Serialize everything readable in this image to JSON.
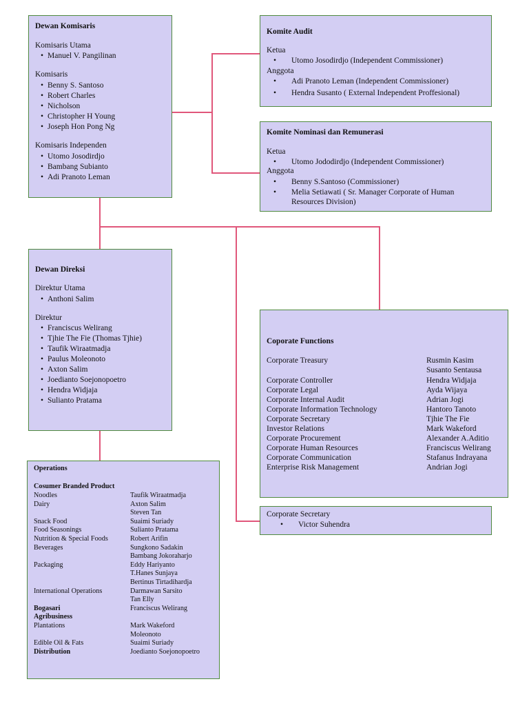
{
  "colors": {
    "box_fill": "#d3cef3",
    "box_border": "#4f8a3e",
    "connector": "#e0567a"
  },
  "dewan_komisaris": {
    "title": "Dewan Komisaris",
    "utama_label": "Komisaris Utama",
    "utama": [
      "Manuel V. Pangilinan"
    ],
    "komisaris_label": "Komisaris",
    "komisaris": [
      "Benny S. Santoso",
      "Robert Charles",
      "Nicholson",
      "Christopher H Young",
      "Joseph Hon Pong Ng"
    ],
    "independen_label": "Komisaris Independen",
    "independen": [
      "Utomo Josodirdjo",
      "Bambang Subianto",
      "Adi Pranoto Leman"
    ]
  },
  "komite_audit": {
    "title": "Komite Audit",
    "ketua_label": "Ketua",
    "ketua": [
      "Utomo Josodirdjo (Independent Commissioner)"
    ],
    "anggota_label": "Anggota",
    "anggota": [
      "Adi Pranoto Leman (Independent  Commissioner)",
      "Hendra Susanto ( External Independent Proffesional)"
    ]
  },
  "komite_nominasi": {
    "title": "Komite Nominasi dan Remunerasi",
    "ketua_label": "Ketua",
    "ketua": [
      "Utomo Jododirdjo (Independent Commissioner)"
    ],
    "anggota_label": "Anggota",
    "anggota": [
      "Benny S.Santoso (Commissioner)",
      "Melia Setiawati ( Sr. Manager Corporate of Human",
      "Resources Division)"
    ]
  },
  "dewan_direksi": {
    "title": "Dewan Direksi",
    "utama_label": "Direktur Utama",
    "utama": [
      "Anthoni Salim"
    ],
    "direktur_label": "Direktur",
    "direktur": [
      "Franciscus Welirang",
      "Tjhie The Fie (Thomas Tjhie)",
      "Taufik Wiraatmadja",
      "Paulus Moleonoto",
      "Axton Salim",
      "Joedianto Soejonopoetro",
      "Hendra Widjaja",
      "Sulianto Pratama"
    ]
  },
  "corporate_functions": {
    "title": "Coporate Functions",
    "rows": [
      {
        "function": "Corporate Treasury",
        "name": "Rusmin Kasim"
      },
      {
        "function": "",
        "name": "Susanto Sentausa"
      },
      {
        "function": "Corporate Controller",
        "name": "Hendra Widjaja"
      },
      {
        "function": "Corporate Legal",
        "name": "Ayda Wijaya"
      },
      {
        "function": "Corporate Internal Audit",
        "name": "Adrian Jogi"
      },
      {
        "function": "Corporate Information Technology",
        "name": "Hantoro Tanoto"
      },
      {
        "function": "Corporate Secretary",
        "name": "Tjhie The Fie"
      },
      {
        "function": "Investor Relations",
        "name": "Mark Wakeford"
      },
      {
        "function": "Corporate Procurement",
        "name": "Alexander A.Aditio"
      },
      {
        "function": "Corporate Human Resources",
        "name": "Franciscus Welirang"
      },
      {
        "function": "Corporate Communication",
        "name": "Stafanus Indrayana"
      },
      {
        "function": "Enterprise Risk Management",
        "name": "Andrian Jogi"
      }
    ]
  },
  "corporate_secretary": {
    "title": "Corporate Secretary",
    "name": "Victor Suhendra"
  },
  "operations": {
    "title": "Operations",
    "group_title": "Cosumer Branded Product",
    "rows": [
      {
        "left": "Noodles",
        "right": "Taufik Wiraatmadja"
      },
      {
        "left": "Dairy",
        "right": "Axton Salim"
      },
      {
        "left": "",
        "right": "Steven Tan"
      },
      {
        "left": "Snack Food",
        "right": "Suaimi Suriady"
      },
      {
        "left": "Food Seasonings",
        "right": "Sulianto Pratama"
      },
      {
        "left": "Nutrition & Special Foods",
        "right": "Robert Arifin"
      },
      {
        "left": "Beverages",
        "right": "Sungkono Sadakin"
      },
      {
        "left": "",
        "right": "Bambang Jokoraharjo"
      },
      {
        "left": "Packaging",
        "right": "Eddy Hariyanto"
      },
      {
        "left": "",
        "right": "T.Hanes Sunjaya"
      },
      {
        "left": "",
        "right": "Bertinus Tirtadihardja"
      },
      {
        "left": "International Operations",
        "right": "Darmawan Sarsito"
      },
      {
        "left": "",
        "right": "Tan Elly"
      },
      {
        "left": "Bogasari",
        "right": "Franciscus Welirang",
        "bold": true
      },
      {
        "left": "Agribusiness",
        "right": "",
        "bold": true
      },
      {
        "left": "Plantations",
        "right": "Mark Wakeford"
      },
      {
        "left": "",
        "right": "Moleonoto"
      },
      {
        "left": "Edible Oil & Fats",
        "right": "Suaimi Suriady"
      },
      {
        "left": "Distribution",
        "right": "Joedianto Soejonopoetro",
        "bold": true
      }
    ]
  }
}
